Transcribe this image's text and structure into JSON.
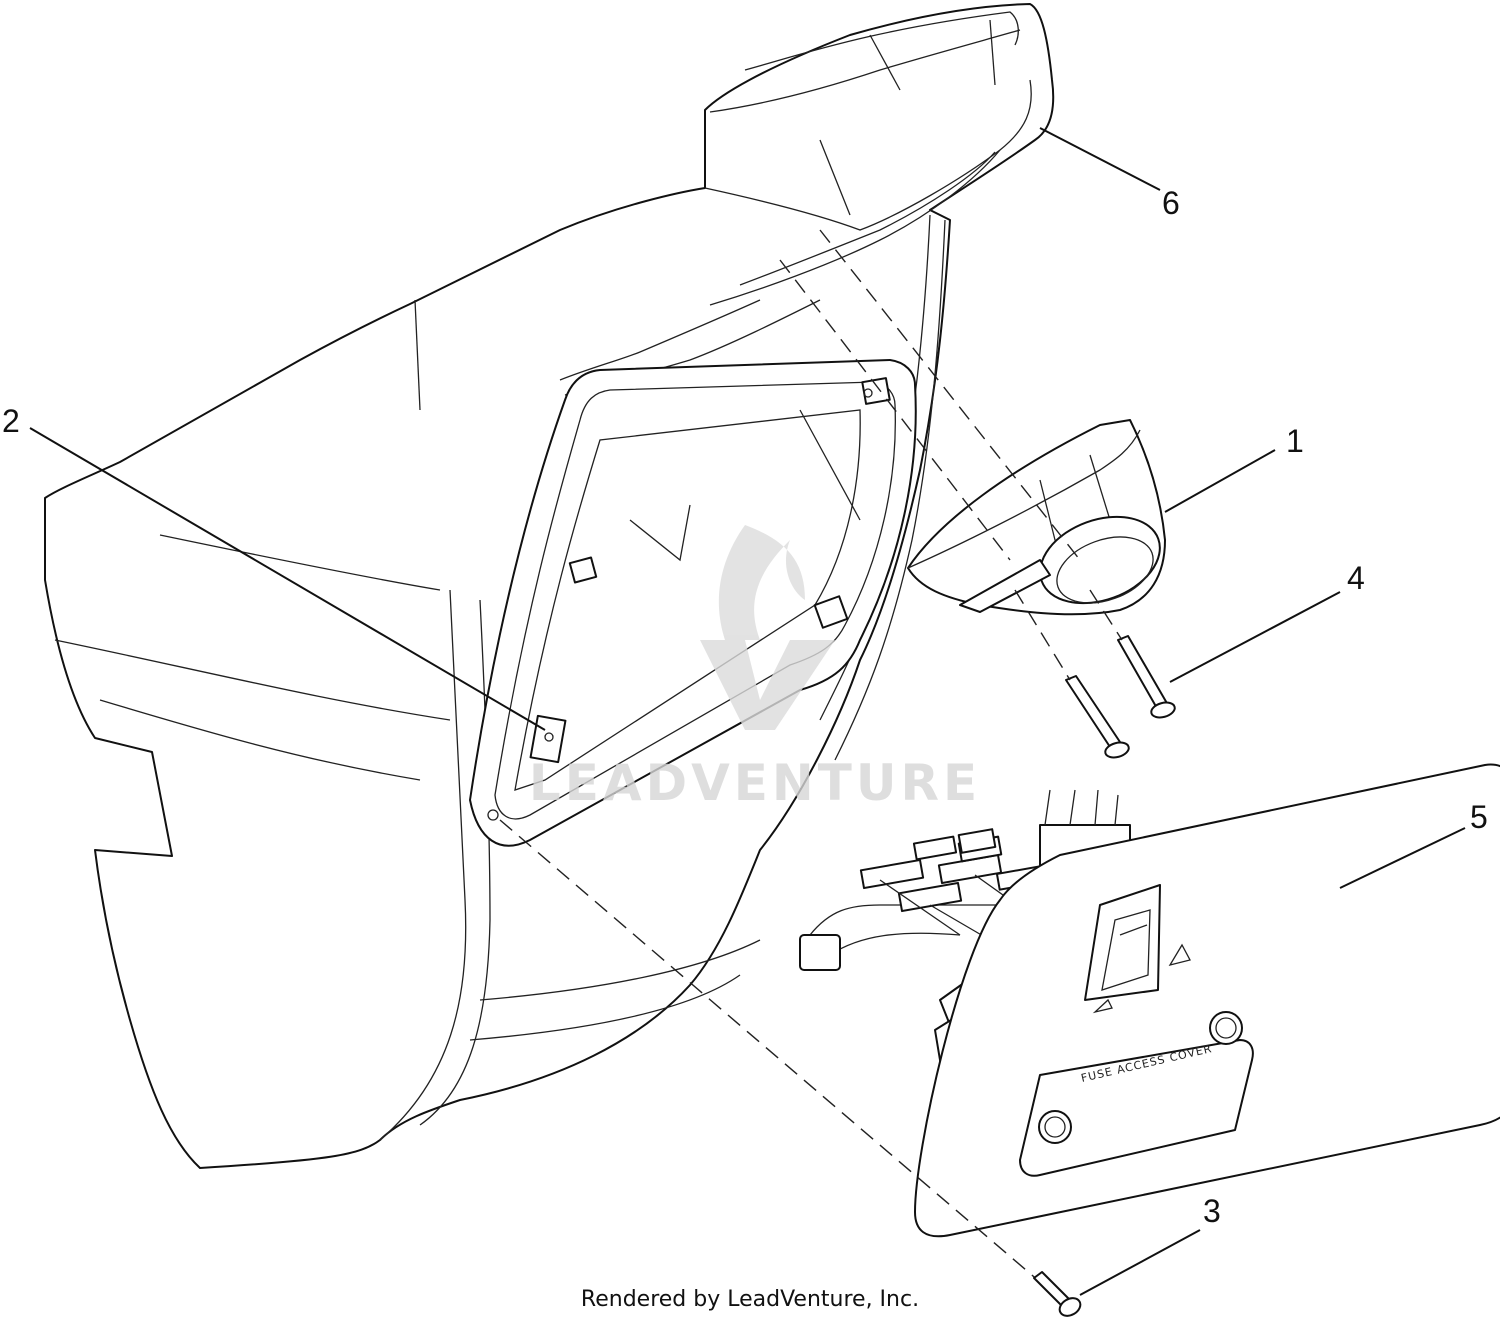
{
  "diagram": {
    "callouts": [
      {
        "id": "1",
        "label": "1"
      },
      {
        "id": "2",
        "label": "2"
      },
      {
        "id": "3",
        "label": "3"
      },
      {
        "id": "4",
        "label": "4"
      },
      {
        "id": "5",
        "label": "5"
      },
      {
        "id": "6",
        "label": "6"
      }
    ],
    "panel_label": "FUSE ACCESS COVER",
    "watermark": "LEADVENTURE",
    "credit": "Rendered by LeadVenture, Inc."
  },
  "colors": {
    "line": "#111111",
    "watermark": "#d6d6d6",
    "background": "#ffffff"
  }
}
